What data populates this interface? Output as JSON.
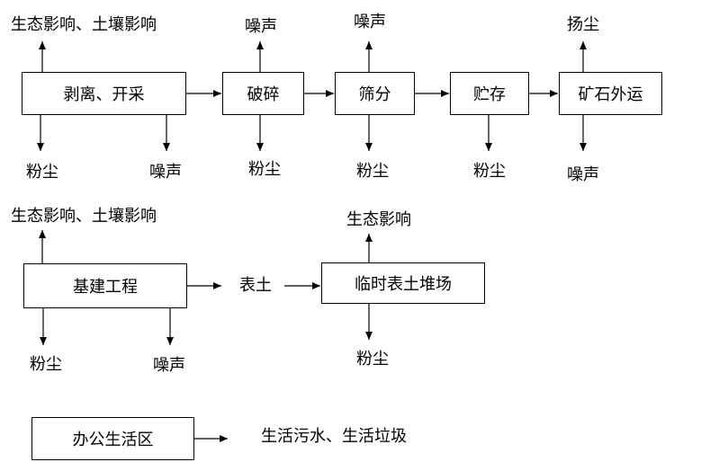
{
  "row1": {
    "boxes": {
      "strip_mining": "剥离、开采",
      "crushing": "破碎",
      "screening": "筛分",
      "storage": "贮存",
      "ore_transport": "矿石外运"
    },
    "labels": {
      "strip_top": "生态影响、土壤影响",
      "strip_bottom_left": "粉尘",
      "strip_bottom_right": "噪声",
      "crush_top": "噪声",
      "crush_bottom": "粉尘",
      "screen_top": "噪声",
      "screen_bottom": "粉尘",
      "storage_bottom": "粉尘",
      "transport_top": "扬尘",
      "transport_bottom": "噪声"
    }
  },
  "row2": {
    "boxes": {
      "infrastructure": "基建工程",
      "temp_stockpile": "临时表土堆场"
    },
    "labels": {
      "infra_top": "生态影响、土壤影响",
      "infra_bottom_left": "粉尘",
      "infra_bottom_right": "噪声",
      "topsoil": "表土",
      "stockpile_top": "生态影响",
      "stockpile_bottom": "粉尘"
    }
  },
  "row3": {
    "boxes": {
      "office_living": "办公生活区"
    },
    "labels": {
      "outputs": "生活污水、生活垃圾"
    }
  }
}
